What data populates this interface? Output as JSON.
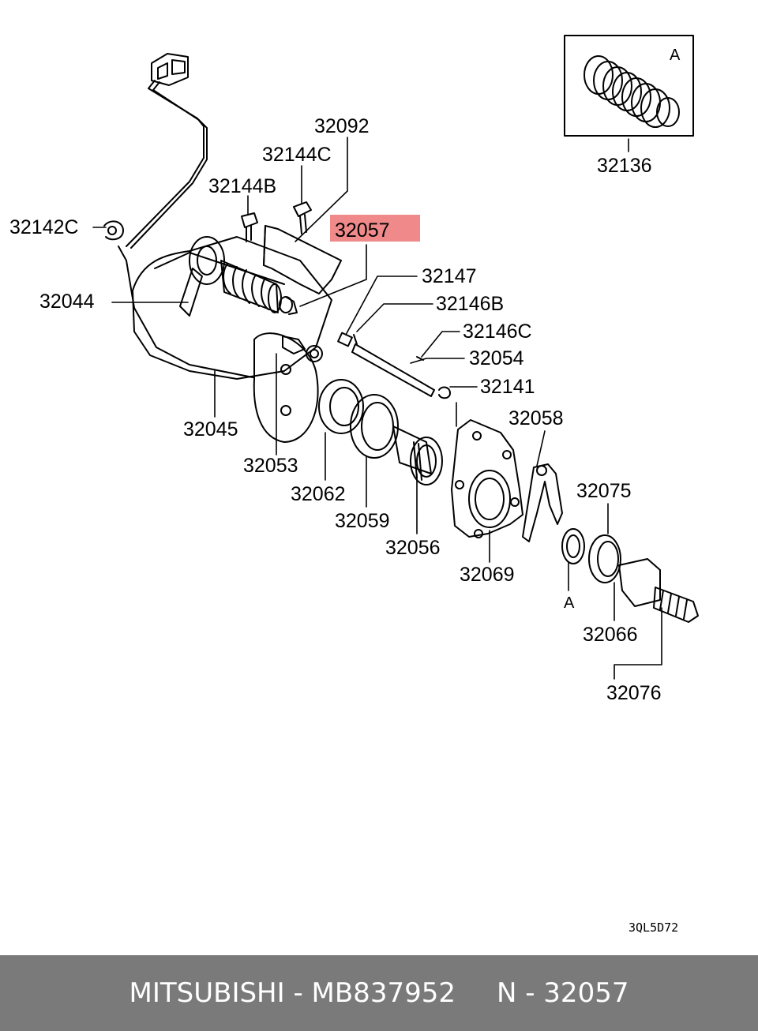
{
  "diagram": {
    "highlight_color": "#f08a8a",
    "highlighted_part": "32057",
    "drawing_code": "3QL5D72",
    "inset_letter": "A",
    "pointer_letter": "A",
    "parts": [
      {
        "id": "32092",
        "label": "32092"
      },
      {
        "id": "32144C",
        "label": "32144C"
      },
      {
        "id": "32144B",
        "label": "32144B"
      },
      {
        "id": "32142C",
        "label": "32142C"
      },
      {
        "id": "32057",
        "label": "32057"
      },
      {
        "id": "32044",
        "label": "32044"
      },
      {
        "id": "32147",
        "label": "32147"
      },
      {
        "id": "32146B",
        "label": "32146B"
      },
      {
        "id": "32146C",
        "label": "32146C"
      },
      {
        "id": "32054",
        "label": "32054"
      },
      {
        "id": "32141",
        "label": "32141"
      },
      {
        "id": "32045",
        "label": "32045"
      },
      {
        "id": "32058",
        "label": "32058"
      },
      {
        "id": "32053",
        "label": "32053"
      },
      {
        "id": "32075",
        "label": "32075"
      },
      {
        "id": "32062",
        "label": "32062"
      },
      {
        "id": "32059",
        "label": "32059"
      },
      {
        "id": "32056",
        "label": "32056"
      },
      {
        "id": "32069",
        "label": "32069"
      },
      {
        "id": "32066",
        "label": "32066"
      },
      {
        "id": "32076",
        "label": "32076"
      },
      {
        "id": "32136",
        "label": "32136"
      }
    ]
  },
  "footer": {
    "brand_part": "MITSUBISHI - MB837952",
    "ref": "N - 32057"
  }
}
